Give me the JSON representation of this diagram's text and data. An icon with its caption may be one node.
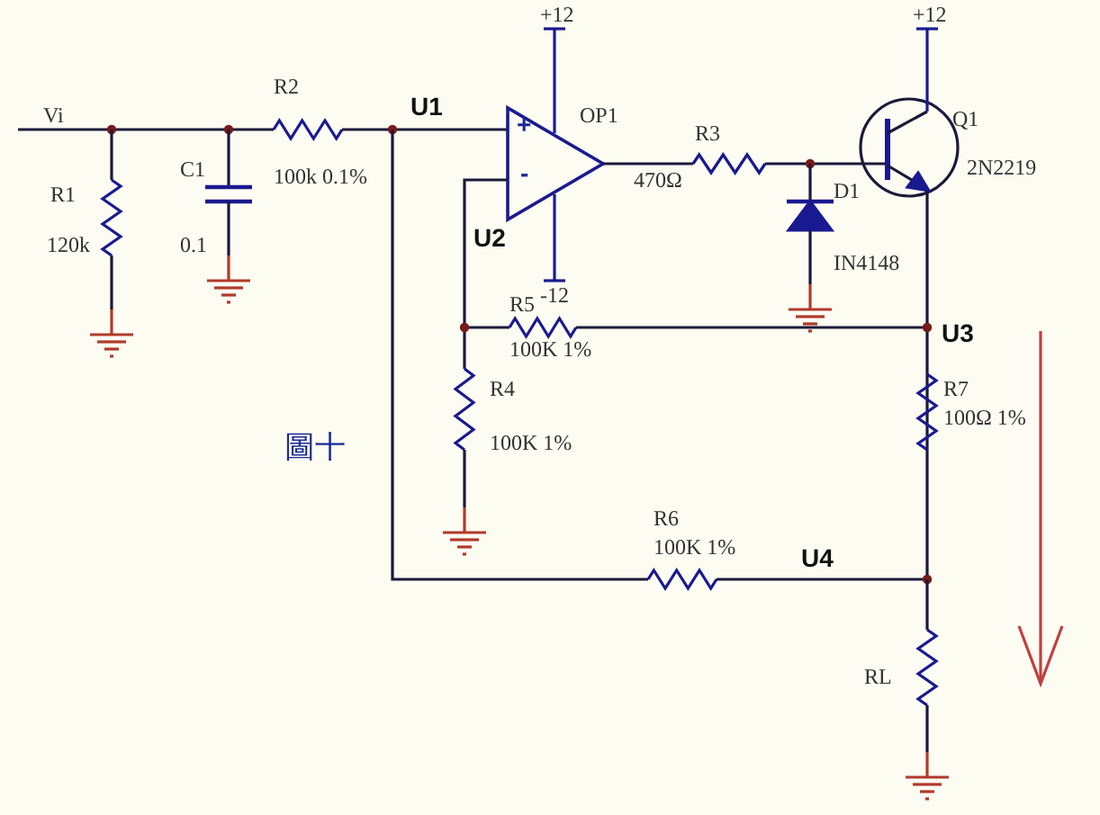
{
  "diagram": {
    "labels": [
      "+12",
      "+12",
      "Vi",
      "R2",
      "U1",
      "OP1",
      "+",
      "Q1",
      "R3",
      "-",
      "470Ω",
      "D1",
      "2N2219",
      "100k 0.1%",
      "C1",
      "R1",
      "120k",
      "0.1",
      "U2",
      "IN4148",
      "-12",
      "R5",
      "U3",
      "100K 1%",
      "R4",
      "R7",
      "100Ω 1%",
      "100K 1%",
      "圖十",
      "R6",
      "100K 1%",
      "U4",
      "RL"
    ]
  }
}
